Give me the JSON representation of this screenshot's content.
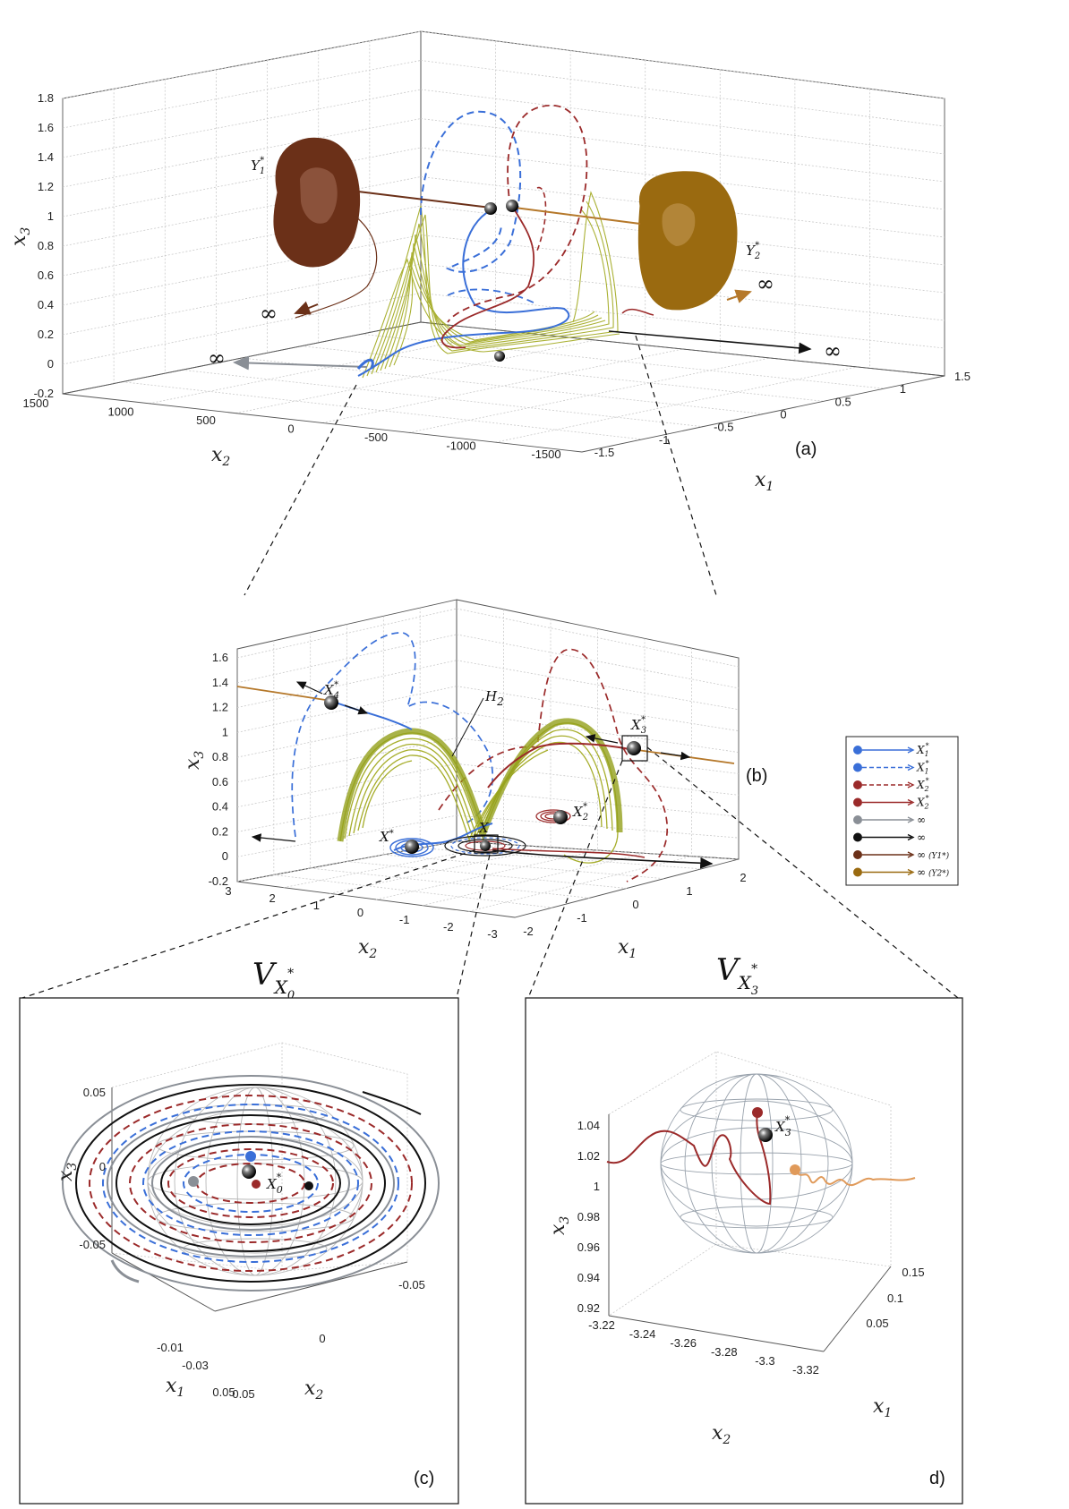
{
  "panels": {
    "a": {
      "tag": "(a)",
      "x3_ticks": [
        "1.8",
        "1.6",
        "1.4",
        "1.2",
        "1",
        "0.8",
        "0.6",
        "0.4",
        "0.2",
        "0",
        "-0.2"
      ],
      "x2_ticks": [
        "1500",
        "1000",
        "500",
        "0",
        "-500",
        "-1000",
        "-1500"
      ],
      "x1_ticks": [
        "-1.5",
        "-1",
        "-0.5",
        "0",
        "0.5",
        "1",
        "1.5"
      ],
      "labels": {
        "x1": "x",
        "x1_sub": "1",
        "x2": "x",
        "x2_sub": "2",
        "x3": "x",
        "x3_sub": "3"
      },
      "annotations": {
        "Y1": "Y",
        "Y1_sub": "1",
        "Y2": "Y",
        "Y2_sub": "2",
        "star": "*",
        "infinity": "∞"
      }
    },
    "b": {
      "tag": "(b)",
      "x3_ticks": [
        "1.6",
        "1.4",
        "1.2",
        "1",
        "0.8",
        "0.6",
        "0.4",
        "0.2",
        "0",
        "-0.2"
      ],
      "x2_ticks": [
        "3",
        "2",
        "1",
        "0",
        "-1",
        "-2",
        "-3"
      ],
      "x1_ticks": [
        "-2",
        "-1",
        "0",
        "1",
        "2"
      ],
      "annotations": {
        "H": "H",
        "H_sub": "2",
        "X3": "X",
        "X3_sub": "3",
        "X4": "X",
        "X4_sub": "4",
        "X2": "X",
        "X2_sub": "2",
        "X1": "X",
        "X1_sub": "1",
        "X0": "X",
        "star": "*"
      },
      "legend": [
        {
          "label": "X",
          "sub": "1",
          "color": "#3a6fd8",
          "style": "solid",
          "suffix": ""
        },
        {
          "label": "X",
          "sub": "1",
          "color": "#3a6fd8",
          "style": "dashed",
          "suffix": ""
        },
        {
          "label": "X",
          "sub": "2",
          "color": "#9b2a2a",
          "style": "dashed",
          "suffix": ""
        },
        {
          "label": "X",
          "sub": "2",
          "color": "#9b2a2a",
          "style": "solid",
          "suffix": ""
        },
        {
          "label": "∞",
          "sub": "",
          "color": "#8a8f96",
          "style": "solid",
          "suffix": ""
        },
        {
          "label": "∞",
          "sub": "",
          "color": "#111111",
          "style": "solid",
          "suffix": ""
        },
        {
          "label": "∞",
          "sub": "",
          "color": "#6b3018",
          "style": "solid",
          "suffix": "(Y1*)"
        },
        {
          "label": "∞",
          "sub": "",
          "color": "#9a6a10",
          "style": "solid",
          "suffix": "(Y2*)"
        }
      ]
    },
    "c": {
      "tag": "(c)",
      "title": "V",
      "title_sub": "X",
      "title_subsub": "0",
      "x3_ticks": [
        "0.05",
        "0",
        "-0.05"
      ],
      "x1_ticks": [
        "-0.01",
        "-0.03",
        "0.05"
      ],
      "x2_ticks": [
        "-0.05",
        "0",
        "0.05"
      ],
      "annotations": {
        "X0": "X",
        "X0_sub": "0",
        "star": "*"
      }
    },
    "d": {
      "tag": "d)",
      "title": "V",
      "title_sub": "X",
      "title_subsub": "3",
      "x3_ticks": [
        "1.04",
        "1.02",
        "1",
        "0.98",
        "0.96",
        "0.94",
        "0.92"
      ],
      "x2_ticks": [
        "-3.22",
        "-3.24",
        "-3.26",
        "-3.28",
        "-3.3",
        "-3.32"
      ],
      "x1_ticks": [
        "0.15",
        "0.1",
        "0.05"
      ],
      "annotations": {
        "X3": "X",
        "X3_sub": "3",
        "star": "*"
      }
    }
  },
  "chart_data": [
    {
      "type": "line",
      "panel": "(a)",
      "xlabel": "x1",
      "ylabel": "x2",
      "zlabel": "x3",
      "x1_range": [
        -1.5,
        1.5
      ],
      "x2_range": [
        -1500,
        1500
      ],
      "x3_range": [
        -0.2,
        1.8
      ],
      "series_colors": {
        "X1*_unstable": "#3a6fd8",
        "X1*_stable": "#3a6fd8",
        "X2*_stable": "#9b2a2a",
        "X2*_unstable": "#9b2a2a",
        "attractor": "#a6ad2a",
        "Y1*": "#6b3018",
        "Y2*": "#9a6a10",
        "inf_gray": "#8a8f96",
        "inf_black": "#111111"
      }
    },
    {
      "type": "line",
      "panel": "(b)",
      "xlabel": "x1",
      "ylabel": "x2",
      "zlabel": "x3",
      "x1_range": [
        -2,
        2
      ],
      "x2_range": [
        -3,
        3
      ],
      "x3_range": [
        -0.2,
        1.6
      ]
    },
    {
      "type": "scatter",
      "panel": "(c)",
      "x3_range": [
        -0.05,
        0.05
      ]
    },
    {
      "type": "scatter",
      "panel": "(d)",
      "x2_range": [
        -3.32,
        -3.22
      ],
      "x1_range": [
        0.05,
        0.15
      ],
      "x3_range": [
        0.92,
        1.04
      ]
    }
  ]
}
